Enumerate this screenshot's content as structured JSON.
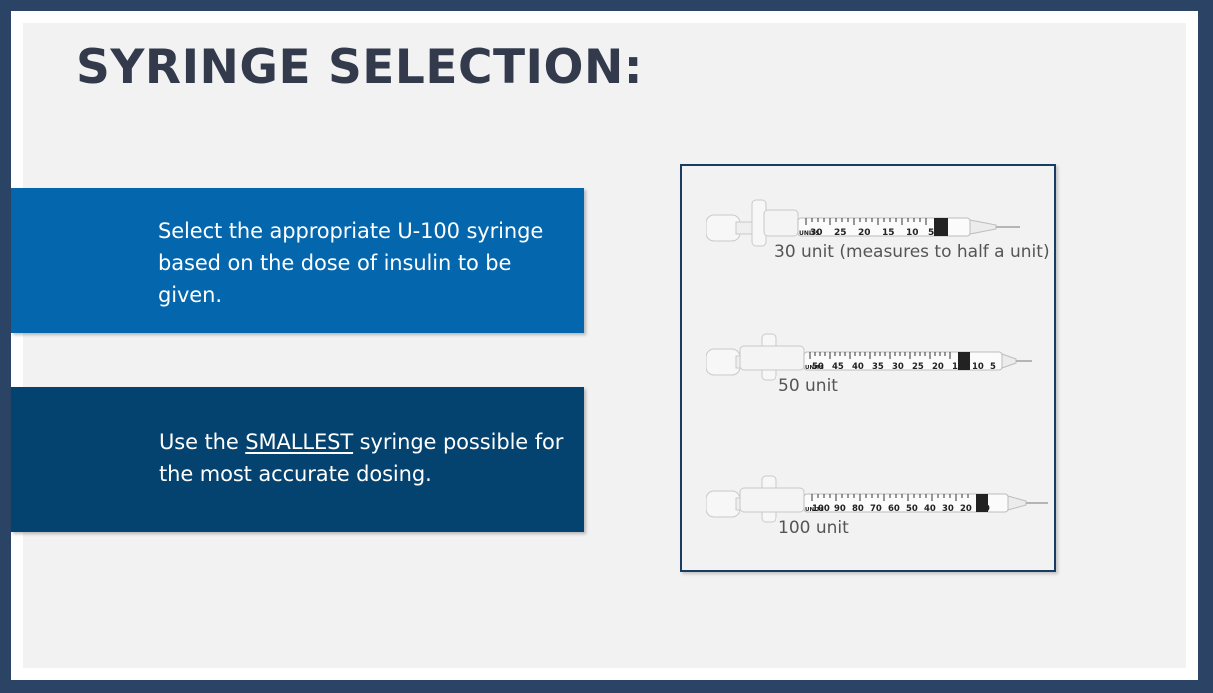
{
  "slide": {
    "title": "SYRINGE SELECTION:",
    "box1": {
      "text": "Select the appropriate U-100 syringe based on the dose of insulin to be given."
    },
    "box2": {
      "text_before": "Use the ",
      "emphasis": "SMALLEST",
      "text_after": " syringe possible for the most accurate dosing."
    }
  },
  "syringes": [
    {
      "label": "30 unit (measures to half a unit)",
      "scale": [
        "30",
        "25",
        "20",
        "15",
        "10",
        "5"
      ],
      "units_text": "UNITS"
    },
    {
      "label": "50 unit",
      "scale": [
        "50",
        "45",
        "40",
        "35",
        "30",
        "25",
        "20",
        "15",
        "10",
        "5"
      ],
      "units_text": "UNITS"
    },
    {
      "label": "100 unit",
      "scale": [
        "100",
        "90",
        "80",
        "70",
        "60",
        "50",
        "40",
        "30",
        "20",
        "10"
      ],
      "units_text": "UNITS"
    }
  ],
  "colors": {
    "outer_border": "#2b4466",
    "title": "#333a4c",
    "box1_bg": "#0466ac",
    "box2_bg": "#04426f",
    "panel_border": "#1b3c62"
  }
}
